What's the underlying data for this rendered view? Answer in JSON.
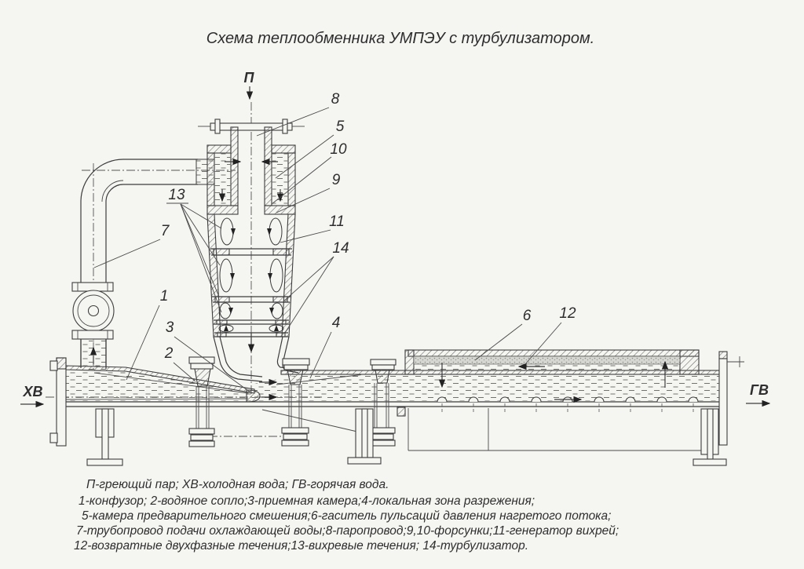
{
  "title": "Схема теплообменника УМПЭУ с турбулизатором.",
  "flows": {
    "steam": "П",
    "cold_water": "ХВ",
    "hot_water": "ГВ"
  },
  "callouts": {
    "n1": "1",
    "n2": "2",
    "n3": "3",
    "n4": "4",
    "n5": "5",
    "n6": "6",
    "n7": "7",
    "n8": "8",
    "n9": "9",
    "n10": "10",
    "n11": "11",
    "n12": "12",
    "n13": "13",
    "n14": "14"
  },
  "legend": {
    "line1": "П-греющий пар; ХВ-холодная вода; ГВ-горячая вода.",
    "line2": "1-конфузор; 2-водяное сопло;3-приемная камера;4-локальная зона разрежения;",
    "line3": "5-камера предварительного смешения;6-гаситель пульсаций давления нагретого потока;",
    "line4": "7-трубопровод подачи охлаждающей воды;8-паропровод;9,10-форсунки;11-генератор вихрей;",
    "line5": "12-возвратные двухфазные течения;13-вихревые течения; 14-турбулизатор."
  }
}
